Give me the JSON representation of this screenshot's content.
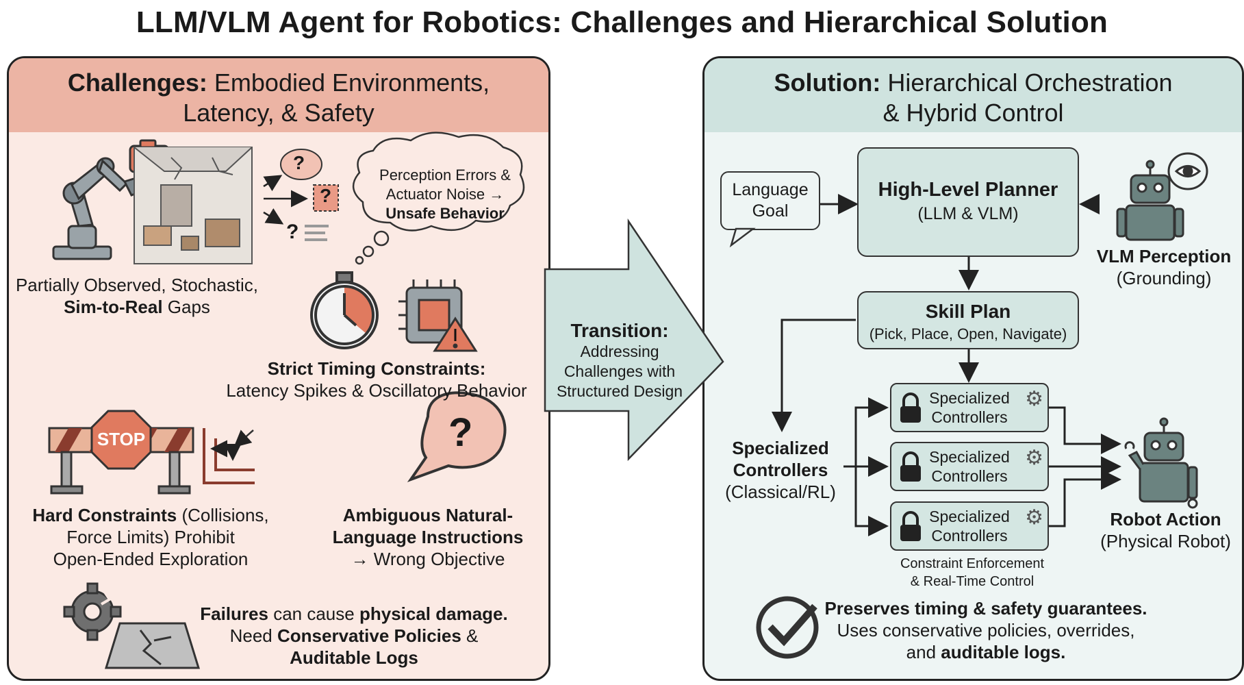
{
  "title": "LLM/VLM Agent for Robotics: Challenges and Hierarchical Solution",
  "colors": {
    "challenge_bg": "#fbeae4",
    "challenge_header": "#ecb4a4",
    "solution_bg": "#eef5f4",
    "solution_header": "#cfe3df",
    "box_fill": "#d4e6e2",
    "arrow_fill": "#cfe3df",
    "accent_red": "#e07a5f"
  },
  "left": {
    "header_bold": "Challenges:",
    "header_rest": " Embodied Environments,",
    "header_line2": "Latency, & Safety",
    "partial_line1": "Partially Observed, Stochastic,",
    "partial_bold": "Sim-to-Real",
    "partial_rest": " Gaps",
    "perception_line1": "Perception Errors &",
    "perception_line2": "Actuator Noise →",
    "perception_bold": "Unsafe Behavior",
    "question_mark": "?",
    "timing_bold": "Strict Timing Constraints:",
    "timing_line2": "Latency Spikes & Oscillatory Behavior",
    "stop_sign": "STOP",
    "hard_bold": "Hard Constraints",
    "hard_rest": " (Collisions,",
    "hard_line2": "Force Limits) Prohibit",
    "hard_line3": "Open-Ended Exploration",
    "ambig_bold1": "Ambiguous Natural-",
    "ambig_bold2": "Language Instructions",
    "ambig_line3": "→ Wrong Objective",
    "fail_bold1": "Failures",
    "fail_mid": " can cause ",
    "fail_bold2": "physical damage.",
    "fail_line2a": "Need ",
    "fail_bold3": "Conservative Policies",
    "fail_line2b": " &",
    "fail_bold4": "Auditable Logs"
  },
  "transition": {
    "bold": "Transition:",
    "line1": "Addressing",
    "line2": "Challenges with",
    "line3": "Structured Design"
  },
  "right": {
    "header_bold": "Solution:",
    "header_rest": " Hierarchical Orchestration",
    "header_line2": "& Hybrid Control",
    "language_goal_line1": "Language",
    "language_goal_line2": "Goal",
    "planner_title": "High-Level Planner",
    "planner_sub": "(LLM & VLM)",
    "vlm_bold": "VLM Perception",
    "vlm_sub": "(Grounding)",
    "skill_title": "Skill Plan",
    "skill_sub": "(Pick, Place, Open, Navigate)",
    "spec_bold1": "Specialized",
    "spec_bold2": "Controllers",
    "spec_sub": "(Classical/RL)",
    "controllers": [
      {
        "line1": "Specialized",
        "line2": "Controllers"
      },
      {
        "line1": "Specialized",
        "line2": "Controllers"
      },
      {
        "line1": "Specialized",
        "line2": "Controllers"
      }
    ],
    "constraint_line1": "Constraint Enforcement",
    "constraint_line2": "& Real-Time Control",
    "action_bold": "Robot Action",
    "action_sub": "(Physical Robot)",
    "preserve_bold": "Preserves timing & safety guarantees.",
    "preserve_line2": "Uses conservative policies, overrides,",
    "preserve_line3a": "and ",
    "preserve_line3b": "auditable logs."
  }
}
